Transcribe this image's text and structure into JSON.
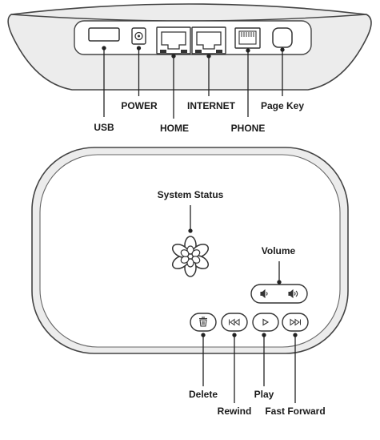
{
  "rear_ports": {
    "usb": "USB",
    "power": "POWER",
    "home": "HOME",
    "internet": "INTERNET",
    "phone": "PHONE",
    "page_key": "Page Key"
  },
  "top_panel": {
    "system_status": "System Status",
    "volume": "Volume",
    "delete": "Delete",
    "rewind": "Rewind",
    "play": "Play",
    "fast_forward": "Fast Forward"
  }
}
